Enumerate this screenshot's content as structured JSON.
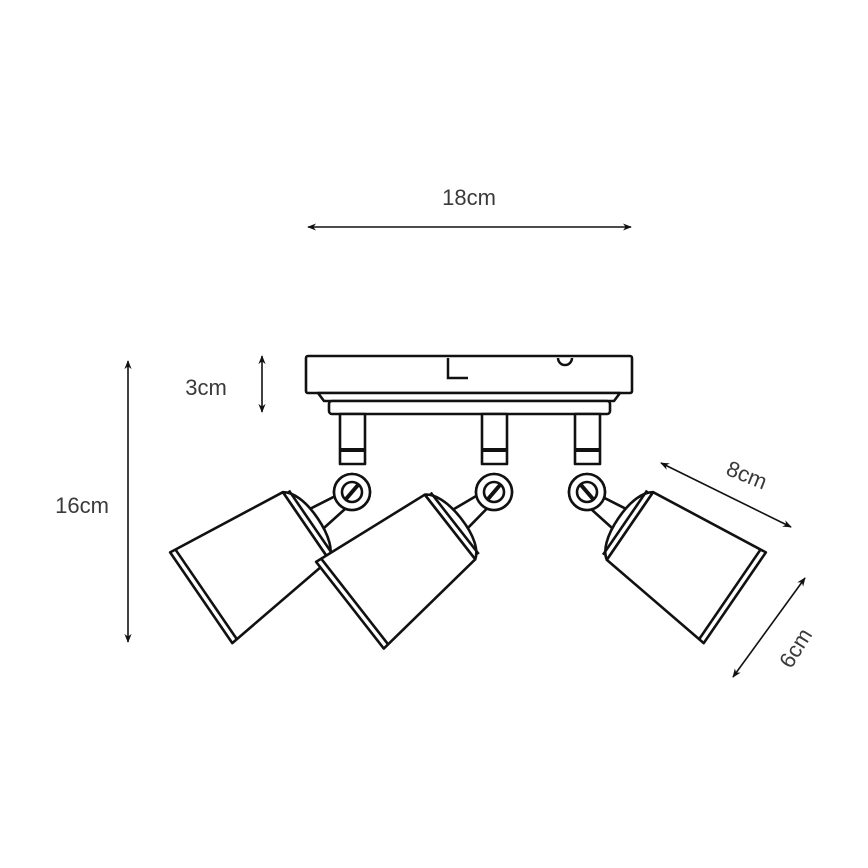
{
  "dimensions": {
    "width": "18cm",
    "base_height": "3cm",
    "total_height": "16cm",
    "shade_length": "8cm",
    "shade_diameter": "6cm"
  },
  "colors": {
    "line": "#111111",
    "text": "#3a3a3a",
    "background": "#ffffff"
  }
}
